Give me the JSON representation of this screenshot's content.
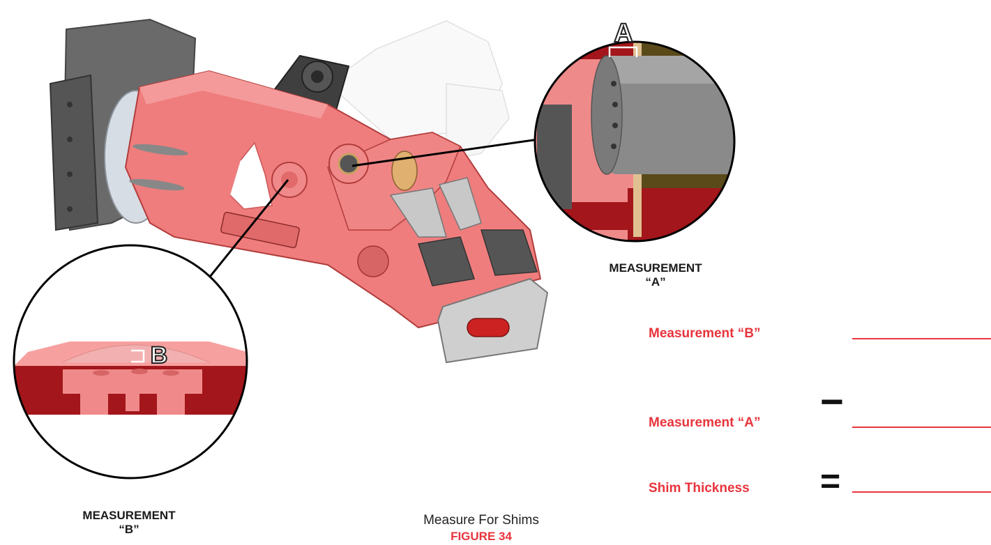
{
  "figure": {
    "caption": "Measure For Shims",
    "number": "FIGURE 34"
  },
  "callouts": {
    "a_letter": "A",
    "b_letter": "B",
    "a_label_line1": "MEASUREMENT",
    "a_label_line2": "“A”",
    "b_label_line1": "MEASUREMENT",
    "b_label_line2": "“B”"
  },
  "equation": {
    "row1_label": "Measurement “B”",
    "row2_label": "Measurement “A”",
    "row3_label": "Shim Thickness",
    "minus_sign": "−",
    "equals_sign": "="
  },
  "colors": {
    "accent_red": "#e8343c",
    "body_pink": "#ef7d7d",
    "dark_red": "#a3161b",
    "steel_gray": "#6e6e6e"
  },
  "icons": [
    "demolition-shear-attachment",
    "pin-bore-detail",
    "cylinder-pin-detail"
  ]
}
